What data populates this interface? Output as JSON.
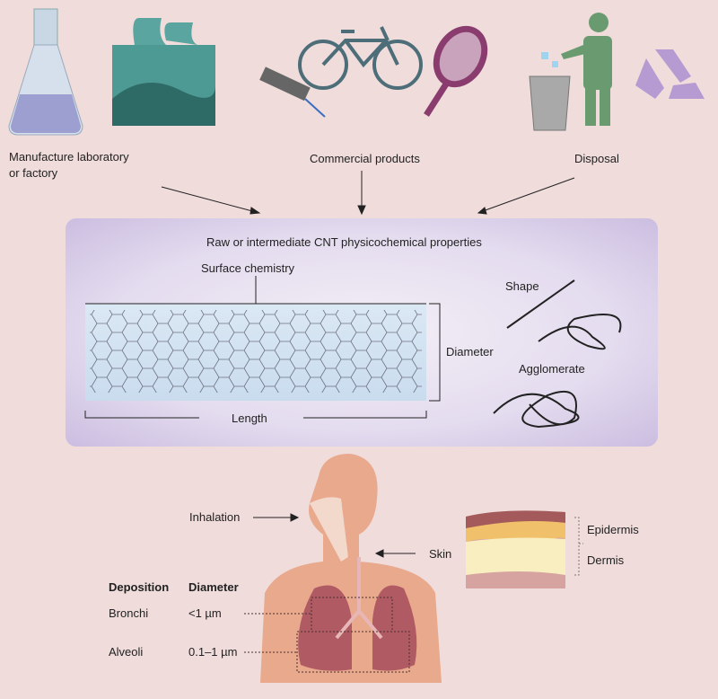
{
  "sources": {
    "manufacture": "Manufacture laboratory\nor factory",
    "manufacture_line1": "Manufacture laboratory",
    "manufacture_line2": "or factory",
    "commercial": "Commercial products",
    "disposal": "Disposal"
  },
  "properties_box": {
    "title": "Raw or intermediate CNT physicochemical properties",
    "surface_chemistry": "Surface chemistry",
    "diameter": "Diameter",
    "length": "Length",
    "shape": "Shape",
    "agglomerate": "Agglomerate"
  },
  "exposure": {
    "inhalation": "Inhalation",
    "skin": "Skin",
    "epidermis": "Epidermis",
    "dermis": "Dermis"
  },
  "deposition_table": {
    "headers": [
      "Deposition",
      "Diameter"
    ],
    "rows": [
      {
        "site": "Bronchi",
        "diameter": "<1 µm"
      },
      {
        "site": "Alveoli",
        "diameter": "0.1–1 µm"
      }
    ]
  }
}
